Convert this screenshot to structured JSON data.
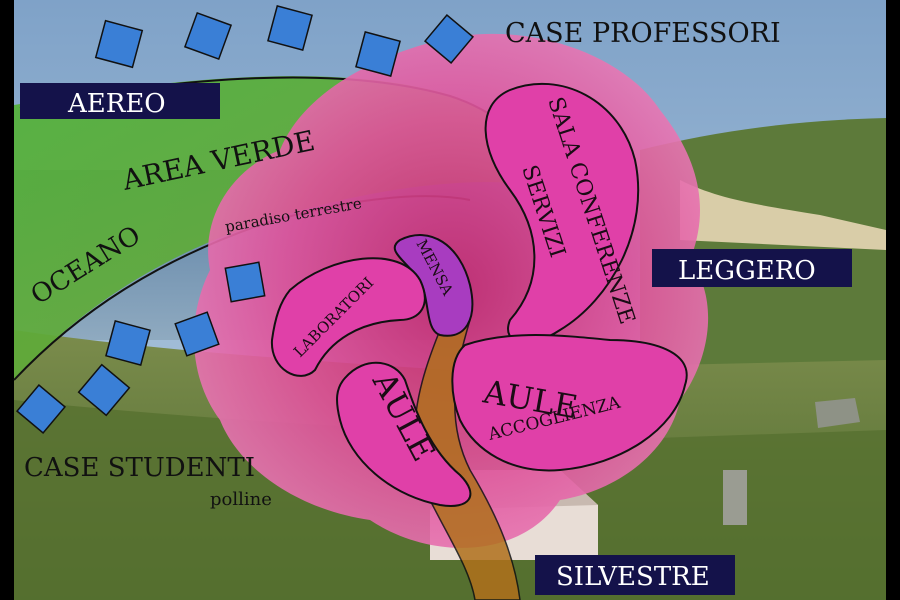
{
  "labels": {
    "aereo": "AEREO",
    "case_professori": "CASE PROFESSORI",
    "area_verde": "AREA VERDE",
    "oceano": "OCEANO",
    "paradiso": "paradiso terrestre",
    "leggero": "LEGGERO",
    "case_studenti": "CASE STUDENTI",
    "polline": "polline",
    "silvestre": "SILVESTRE"
  },
  "zones": {
    "sala_conferenze": "SALA CONFERENZE",
    "servizi": "SERVIZI",
    "mensa": "MENSA",
    "laboratori": "LABORATORI",
    "aule": "AULE",
    "aule_accoglienza_title": "AULE",
    "accoglienza": "ACCOGLIENZA"
  },
  "colors": {
    "label_bg": "#14124a",
    "petal": "#e040a8",
    "petal_light": "#f06cc0",
    "mensa": "#a83cc0",
    "diamond": "#3a7fd6",
    "green": "#4aa83a",
    "stem": "#b0701c"
  }
}
